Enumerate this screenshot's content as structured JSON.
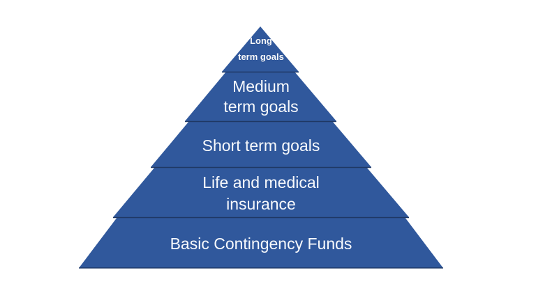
{
  "diagram": {
    "type": "pyramid",
    "levels": [
      {
        "id": "level-1",
        "lines": [
          "Long",
          "term goals"
        ]
      },
      {
        "id": "level-2",
        "lines": [
          "Medium",
          "term goals"
        ]
      },
      {
        "id": "level-3",
        "lines": [
          "Short term goals"
        ]
      },
      {
        "id": "level-4",
        "lines": [
          "Life and medical",
          "insurance"
        ]
      },
      {
        "id": "level-5",
        "lines": [
          "Basic Contingency Funds"
        ]
      }
    ],
    "colors": {
      "fill": "#30589C",
      "divider": "#1F3864",
      "text": "#F7F9FC",
      "background": "#FFFFFF"
    }
  }
}
